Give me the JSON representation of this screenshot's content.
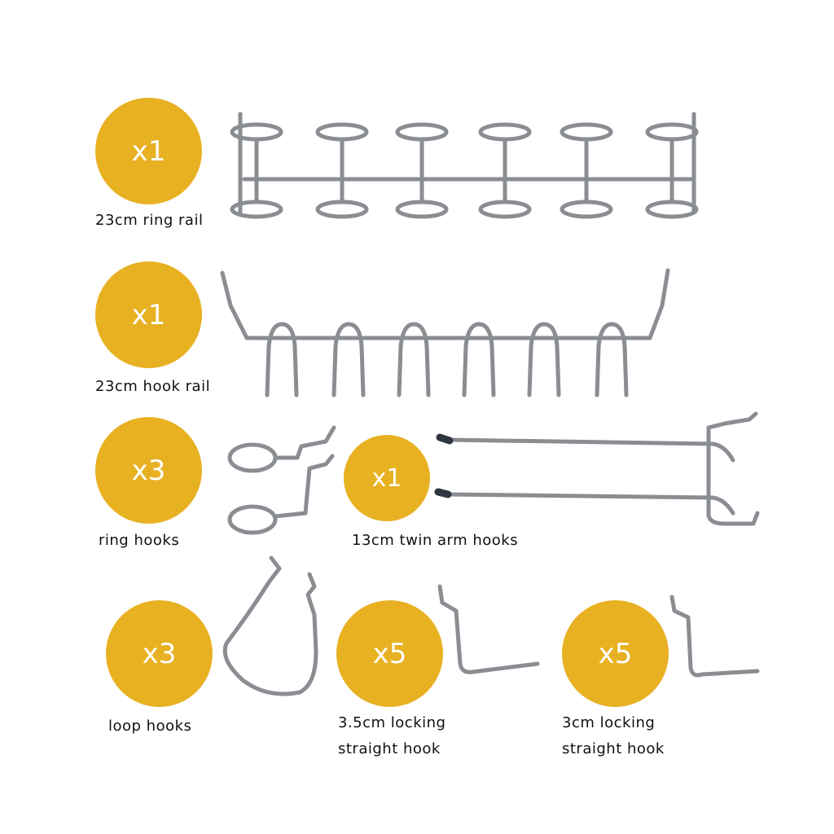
{
  "theme": {
    "badge_color": "#E8B122",
    "badge_text_color": "#FFFFFF",
    "label_color": "#111111"
  },
  "items": [
    {
      "quantity": "x1",
      "label_lines": [
        "23cm ring rail"
      ],
      "product_icon": "ring-rail"
    },
    {
      "quantity": "x1",
      "label_lines": [
        "23cm hook rail"
      ],
      "product_icon": "hook-rail"
    },
    {
      "quantity": "x3",
      "label_lines": [
        "ring hooks"
      ],
      "product_icon": "ring-hook"
    },
    {
      "quantity": "x1",
      "label_lines": [
        "13cm twin arm hooks"
      ],
      "product_icon": "twin-arm-hook"
    },
    {
      "quantity": "x3",
      "label_lines": [
        "loop hooks"
      ],
      "product_icon": "loop-hook"
    },
    {
      "quantity": "x5",
      "label_lines": [
        "3.5cm locking",
        "straight hook"
      ],
      "product_icon": "locking-straight-hook-35"
    },
    {
      "quantity": "x5",
      "label_lines": [
        "3cm locking",
        "straight hook"
      ],
      "product_icon": "locking-straight-hook-3"
    }
  ]
}
